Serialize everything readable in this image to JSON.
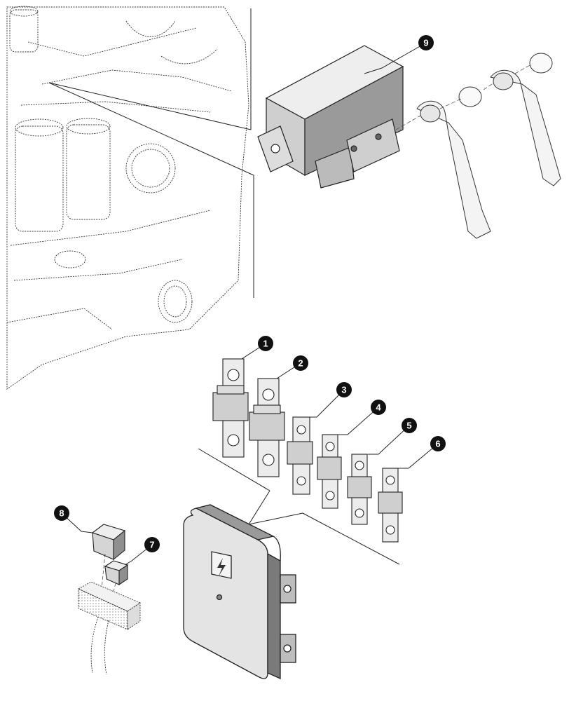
{
  "diagram": {
    "callouts": [
      {
        "label": "1"
      },
      {
        "label": "2"
      },
      {
        "label": "3"
      },
      {
        "label": "4"
      },
      {
        "label": "5"
      },
      {
        "label": "6"
      },
      {
        "label": "7"
      },
      {
        "label": "8"
      },
      {
        "label": "9"
      }
    ]
  },
  "colors": {
    "line": "#222222",
    "part_fill": "#d9d9d9",
    "part_dark": "#9a9a9a",
    "callout_fill": "#111111"
  }
}
